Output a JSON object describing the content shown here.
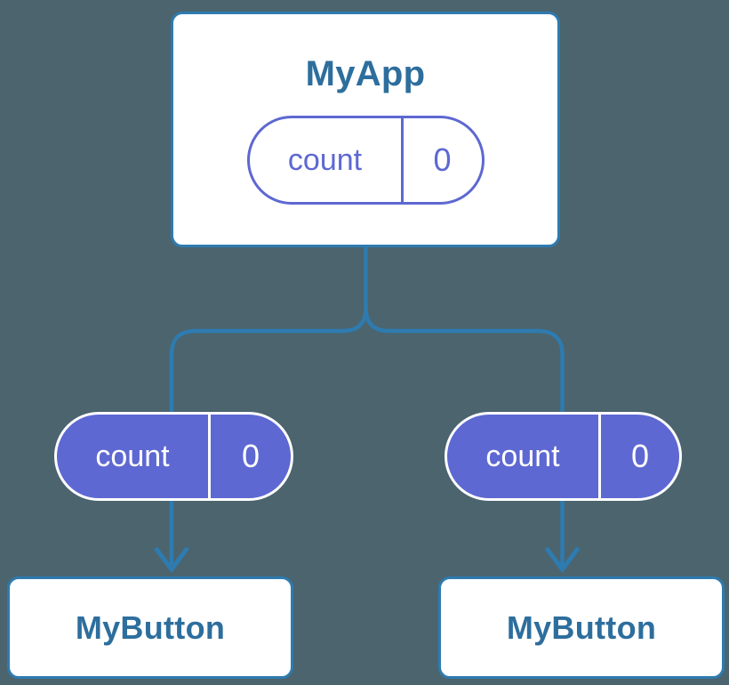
{
  "diagram": {
    "root": {
      "label": "MyApp",
      "state": {
        "name": "count",
        "value": "0"
      }
    },
    "branches": [
      {
        "prop": {
          "name": "count",
          "value": "0"
        },
        "child": {
          "label": "MyButton"
        }
      },
      {
        "prop": {
          "name": "count",
          "value": "0"
        },
        "child": {
          "label": "MyButton"
        }
      }
    ]
  },
  "colors": {
    "background": "#4b646e",
    "connector": "#2e7bb0",
    "card_border": "#2e7bb0",
    "card_text": "#2d6e9d",
    "card_fill": "#ffffff",
    "pill_indigo": "#5e68d2",
    "pill_text_light": "#ffffff"
  }
}
